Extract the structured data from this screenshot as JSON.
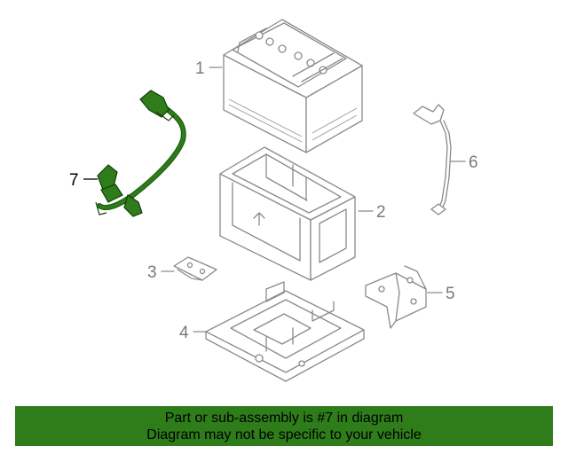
{
  "callouts": [
    {
      "id": "1",
      "text": "1"
    },
    {
      "id": "2",
      "text": "2"
    },
    {
      "id": "3",
      "text": "3"
    },
    {
      "id": "4",
      "text": "4"
    },
    {
      "id": "5",
      "text": "5"
    },
    {
      "id": "6",
      "text": "6"
    },
    {
      "id": "7",
      "text": "7"
    }
  ],
  "highlight_color": "#2e7d1a",
  "banner": {
    "line1": "Part or sub-assembly is #7 in diagram",
    "line2": "Diagram may not be specific to your vehicle"
  }
}
